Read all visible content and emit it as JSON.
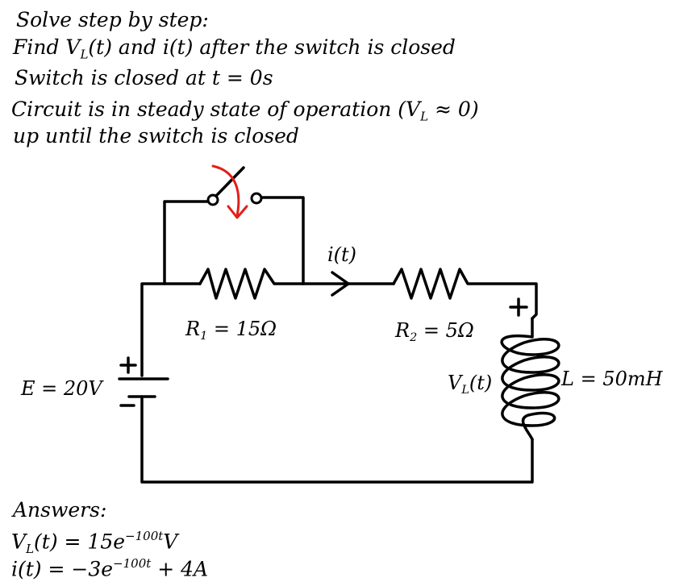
{
  "problem": {
    "line1": "Solve step by step:",
    "line2": {
      "pre": "Find V",
      "sub": "L",
      "post": "(t) and i(t) after the switch is closed"
    },
    "line3": "Switch is closed at t = 0s",
    "line4": {
      "pre": "Circuit is in steady state of operation (V",
      "sub": "L",
      "post": " ≈ 0)"
    },
    "line5": "up until the switch is closed"
  },
  "circuit": {
    "source": "E = 20V",
    "r1": {
      "sym": "R",
      "sub": "1",
      "val": " = 15Ω"
    },
    "r2": {
      "sym": "R",
      "sub": "2",
      "val": " = 5Ω"
    },
    "current": "i(t)",
    "vl": {
      "sym": "V",
      "sub": "L",
      "tail": "(t)"
    },
    "inductor": "L = 50mH",
    "battery_plus": "+",
    "battery_minus": "−",
    "inductor_plus": "+"
  },
  "answers": {
    "heading": "Answers:",
    "vl": {
      "pre": "V",
      "sub": "L",
      "mid": "(t) = 15e",
      "sup": "−100t",
      "post": "V"
    },
    "i": {
      "pre": "i(t) = −3e",
      "sup": "−100t",
      "post": " + 4A"
    }
  },
  "colors": {
    "wire": "#000000",
    "switch_arrow": "#e0201c"
  }
}
